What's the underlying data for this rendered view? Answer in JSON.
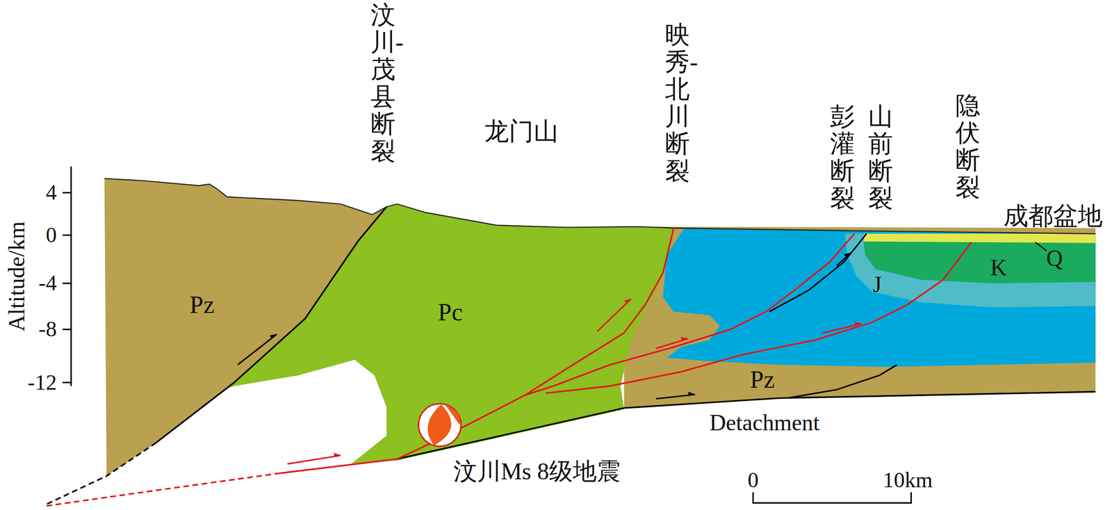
{
  "diagram": {
    "labels": [
      "汶川-茂县断裂",
      "龙门山",
      "映秀-北川断裂",
      "彭灌断裂",
      "山前断裂",
      "隐伏断裂",
      "成都盆地",
      "Altitude/km",
      "4",
      "0",
      "-4",
      "-8",
      "-12",
      "Pz",
      "Pc",
      "J",
      "K",
      "Q",
      "Pz",
      "Detachment",
      "汶川Ms 8级地震",
      "0",
      "10km"
    ]
  }
}
